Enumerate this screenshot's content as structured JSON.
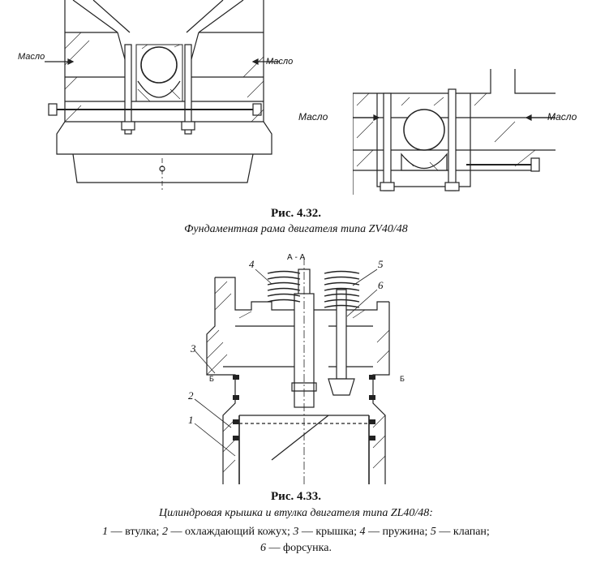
{
  "fig32": {
    "left_label_left": "Масло",
    "left_label_right": "Масло",
    "right_label_left": "Масло",
    "right_label_right": "Масло",
    "title": "Рис. 4.32.",
    "subtitle": "Фундаментная рама двигателя типа ZV40/48"
  },
  "fig33": {
    "section_label": "А - А",
    "callouts": [
      "1",
      "2",
      "3",
      "4",
      "5",
      "6"
    ],
    "marker_left": "Б",
    "marker_right": "Б",
    "title": "Рис. 4.33.",
    "subtitle": "Цилиндровая крышка и втулка двигателя типа ZL40/48:",
    "legend_line1_items": [
      {
        "num": "1",
        "text": " — втулка; "
      },
      {
        "num": "2",
        "text": " — охлаждающий кожух; "
      },
      {
        "num": "3",
        "text": " — крышка; "
      },
      {
        "num": "4",
        "text": " — пружина; "
      },
      {
        "num": "5",
        "text": " — клапан;"
      }
    ],
    "legend_line2_items": [
      {
        "num": "6",
        "text": " — форсунка."
      }
    ]
  }
}
